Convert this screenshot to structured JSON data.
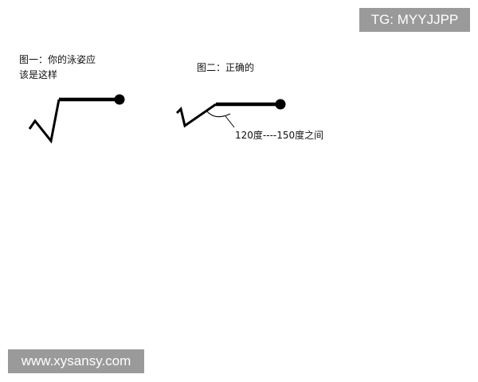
{
  "watermarks": {
    "tg": "TG: MYYJJPP",
    "site": "www.xysansy.com"
  },
  "figure1": {
    "caption_line1": "图一：你的泳姿应",
    "caption_line2": "该是这样"
  },
  "figure2": {
    "caption": "图二：正确的",
    "angle_label": "120度----150度之间"
  }
}
